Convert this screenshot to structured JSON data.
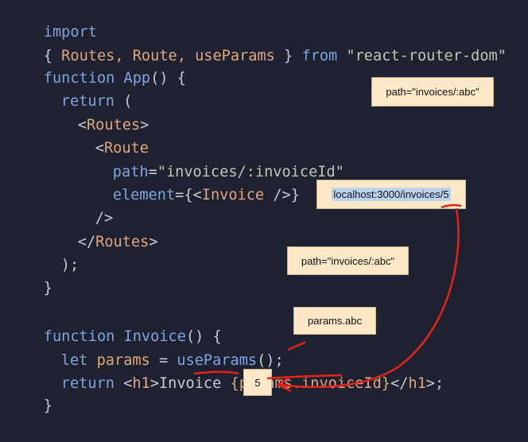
{
  "code": {
    "l1": {
      "import": "import",
      "lbrace": "{",
      "names": " Routes, Route, useParams ",
      "rbrace": "}",
      "from": " from ",
      "module": "\"react-router-dom\""
    },
    "l3": {
      "kw": "function",
      "name": " App",
      "rest": "() {"
    },
    "l4": {
      "kw": "return",
      "rest": " ("
    },
    "l5": {
      "open": "<",
      "name": "Routes",
      "close": ">"
    },
    "l6": {
      "open": "<",
      "name": "Route"
    },
    "l7": {
      "attr": "path",
      "eq": "=",
      "value": "\"invoices/:invoiceId\""
    },
    "l8": {
      "attr": "element",
      "eq": "={",
      "open": "<",
      "name": "Invoice",
      "close": " />",
      "end": "}"
    },
    "l9": {
      "text": "/>"
    },
    "l10": {
      "open": "</",
      "name": "Routes",
      "close": ">"
    },
    "l11": {
      "text": ");"
    },
    "l12": {
      "text": "}"
    },
    "l14": {
      "kw": "function",
      "name": " Invoice",
      "rest": "() {"
    },
    "l15": {
      "kw": "let",
      "name": " params",
      "eq": " = ",
      "fn": "useParams",
      "rest": "();"
    },
    "l16": {
      "kw": "return",
      "open": " <",
      "tag": "h1",
      "gt": ">",
      "text": "Invoice ",
      "expr": "{params.invoiceId}",
      "close": "</",
      "tag2": "h1",
      "end": ">;"
    },
    "l17": {
      "text": "}"
    }
  },
  "notes": {
    "path1": "path=\"invoices/:abc\"",
    "url": "localhost:3000/invoices/5",
    "path2": "path=\"invoices/:abc\"",
    "params": "params.abc",
    "result": "5"
  },
  "colors": {
    "annotation": "#e8221b",
    "note_bg": "#fde9c8"
  }
}
